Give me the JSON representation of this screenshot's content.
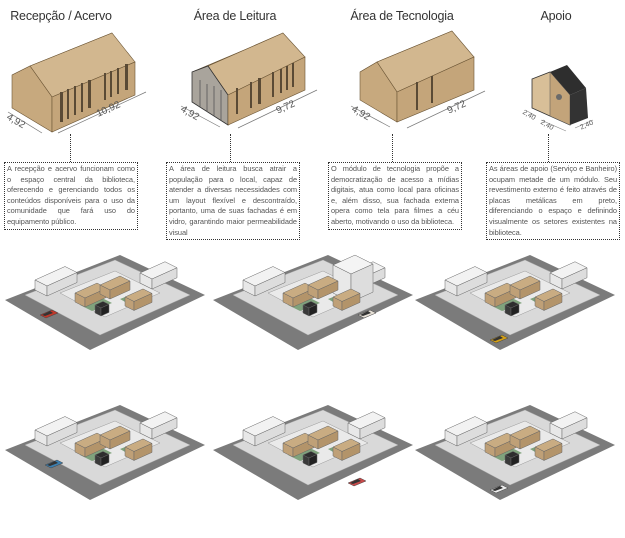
{
  "modules": [
    {
      "title": "Recepção / Acervo",
      "width": "4,92",
      "length": "10,92",
      "description": "A recepção e acervo funcionam como o espaço central da biblioteca, oferecendo e gerenciando todos os conteúdos disponíveis para o uso da comunidade que fará uso do equipamento público."
    },
    {
      "title": "Área de Leitura",
      "width": "4,92",
      "length": "9,72",
      "description": "A área de leitura busca atrair a população para o local, capaz de atender a diversas necessidades com um layout flexível e descontraído, portanto, uma de suas fachadas é em vidro, garantindo maior permeabilidade visual"
    },
    {
      "title": "Área de Tecnologia",
      "width": "4,92",
      "length": "9,72",
      "description": "O módulo de tecnologia propõe a democratização de acesso a mídias digitais, atua como local para oficinas e, além disso, sua fachada externa opera como tela para filmes a céu aberto, motivando o uso da biblioteca."
    },
    {
      "title": "Apoio",
      "dim_a": "2,40",
      "dim_b": "2,40",
      "dim_c": "2,40",
      "description": "As áreas de apoio (Serviço e Banheiro) ocupam metade de um módulo. Seu revestimento externo é feito através de placas metálicas em preto, diferenciando o espaço e definindo visualmente os setores existentes na biblioteca."
    }
  ],
  "colors": {
    "wood": "#c9ac82",
    "wood_dark": "#b3946a",
    "metal": "#2e2e2e",
    "street": "#7b7b7b",
    "lot": "#d9d9d9",
    "green": "#7fa27c"
  },
  "site_views": 6
}
